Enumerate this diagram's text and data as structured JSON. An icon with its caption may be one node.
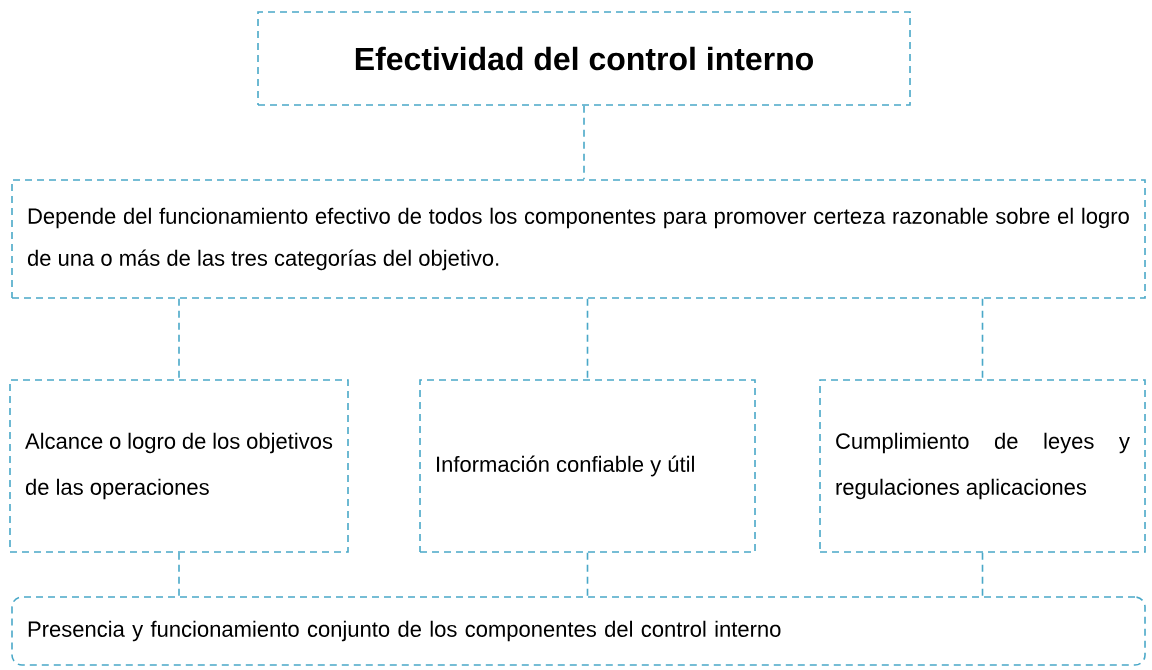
{
  "diagram": {
    "nodes": [
      {
        "text": [
          "Efectividad del control interno"
        ]
      },
      {
        "text": [
          "Depende del funcionamiento efectivo de todos los componentes para promover certeza razonable sobre el logro de una o más de las tres categorías del objetivo."
        ]
      },
      {
        "text": [
          "Alcance o logro de los objetivos de las operaciones"
        ]
      },
      {
        "text": [
          "Información confiable y útil"
        ]
      },
      {
        "text": [
          "Cumplimiento de leyes y regulaciones aplicaciones"
        ]
      },
      {
        "text": [
          "Presencia y funcionamiento conjunto de los componentes del control interno"
        ]
      }
    ],
    "edges": [
      {
        "from": 0,
        "to": 1,
        "arrow": "none"
      },
      {
        "from": 1,
        "to": 2,
        "arrow": "none"
      },
      {
        "from": 1,
        "to": 3,
        "arrow": "none"
      },
      {
        "from": 1,
        "to": 4,
        "arrow": "none"
      },
      {
        "from": 2,
        "to": 5,
        "arrow": "none"
      },
      {
        "from": 3,
        "to": 5,
        "arrow": "none"
      },
      {
        "from": 4,
        "to": 5,
        "arrow": "none"
      }
    ]
  }
}
